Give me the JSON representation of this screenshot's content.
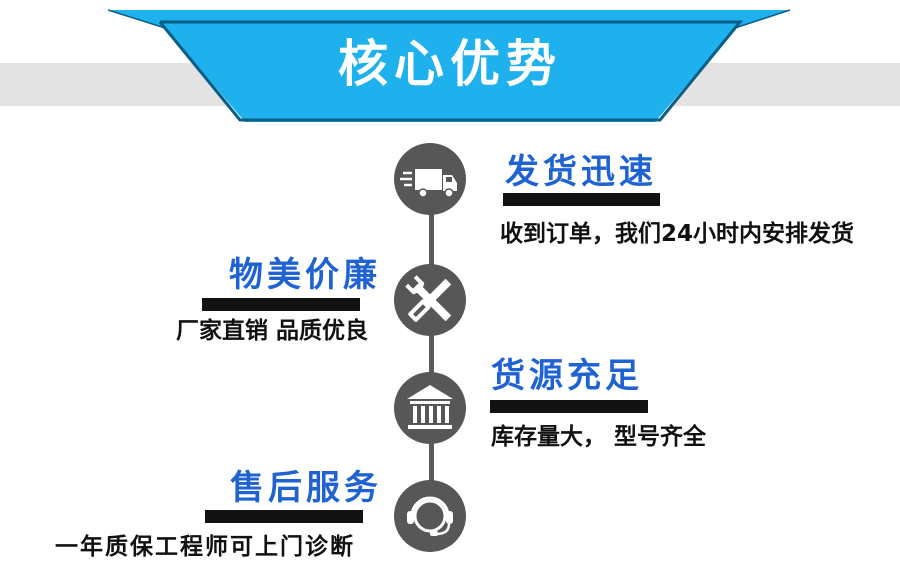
{
  "header": {
    "title": "核心优势"
  },
  "colors": {
    "banner_blue": "#1eb1ee",
    "banner_edge": "#0a5f86",
    "title_blue": "#1f63d3",
    "circle_gray": "#575757",
    "band_gray": "#e3e3e3"
  },
  "features": [
    {
      "icon": "truck-icon",
      "title": "发货迅速",
      "desc": "收到订单，我们24小时内安排发货"
    },
    {
      "icon": "wrench-screwdriver-icon",
      "title": "物美价廉",
      "desc": "厂家直销 品质优良"
    },
    {
      "icon": "bank-building-icon",
      "title": "货源充足",
      "desc": "库存量大， 型号齐全"
    },
    {
      "icon": "headset-support-icon",
      "title": "售后服务",
      "desc": "一年质保工程师可上门诊断"
    }
  ]
}
